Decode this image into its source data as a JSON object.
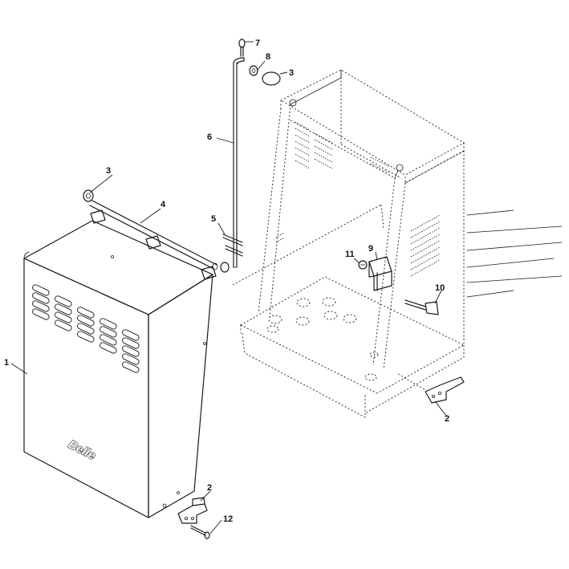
{
  "brand": {
    "text": "Belle"
  },
  "labels": {
    "l1": "1",
    "l2a": "2",
    "l2b": "2",
    "l3a": "3",
    "l3b": "3",
    "l4": "4",
    "l5": "5",
    "l6": "6",
    "l7": "7",
    "l8": "8",
    "l9": "9",
    "l10": "10",
    "l11": "11",
    "l12": "12"
  }
}
